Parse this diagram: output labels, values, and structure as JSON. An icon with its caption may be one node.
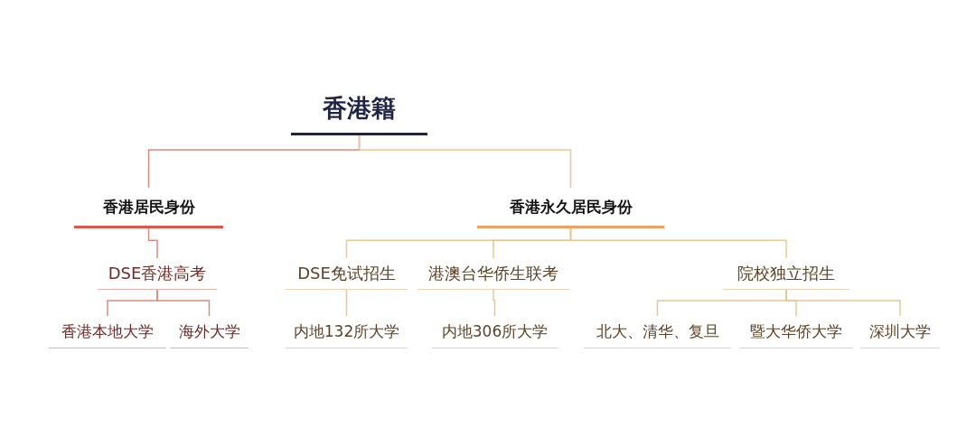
{
  "diagram": {
    "nodes": [
      {
        "text": [
          "香港籍"
        ]
      },
      {
        "text": [
          "香港居民身份"
        ]
      },
      {
        "text": [
          "香港永久居民身份"
        ]
      },
      {
        "text": [
          "DSE香港高考"
        ]
      },
      {
        "text": [
          "香港本地大学"
        ]
      },
      {
        "text": [
          "海外大学"
        ]
      },
      {
        "text": [
          "DSE免试招生"
        ]
      },
      {
        "text": [
          "港澳台华侨生联考"
        ]
      },
      {
        "text": [
          "院校独立招生"
        ]
      },
      {
        "text": [
          "内地132所大学"
        ]
      },
      {
        "text": [
          "内地306所大学"
        ]
      },
      {
        "text": [
          "北大、清华、复旦"
        ]
      },
      {
        "text": [
          "暨大华侨大学"
        ]
      },
      {
        "text": [
          "深圳大学"
        ]
      }
    ],
    "edges": [
      {
        "from": 0,
        "to": 1,
        "arrow": "none",
        "color": "#dc8a80"
      },
      {
        "from": 0,
        "to": 2,
        "arrow": "none"
      },
      {
        "from": 1,
        "to": 3,
        "arrow": "none",
        "color": "#dc8a80"
      },
      {
        "from": 3,
        "to": 4,
        "arrow": "none",
        "color": "#dc8a80"
      },
      {
        "from": 3,
        "to": 5,
        "arrow": "none",
        "color": "#dc8a80"
      },
      {
        "from": 2,
        "to": 6,
        "arrow": "none"
      },
      {
        "from": 2,
        "to": 7,
        "arrow": "none"
      },
      {
        "from": 2,
        "to": 8,
        "arrow": "none"
      },
      {
        "from": 6,
        "to": 9,
        "arrow": "none"
      },
      {
        "from": 7,
        "to": 10,
        "arrow": "none"
      },
      {
        "from": 8,
        "to": 11,
        "arrow": "none"
      },
      {
        "from": 8,
        "to": 12,
        "arrow": "none"
      },
      {
        "from": 8,
        "to": 13,
        "arrow": "none"
      }
    ]
  }
}
